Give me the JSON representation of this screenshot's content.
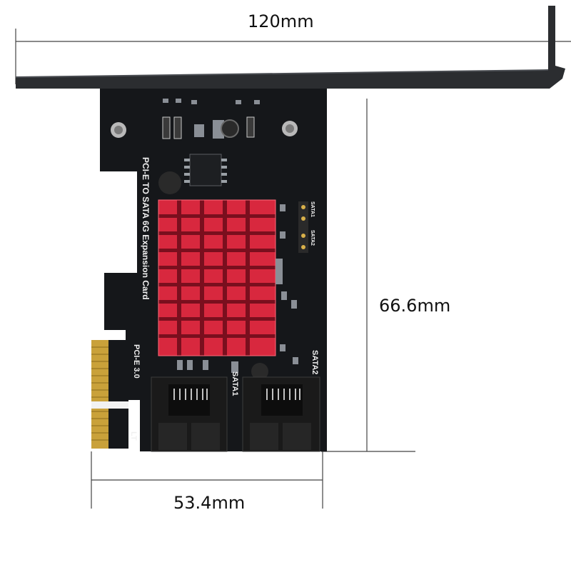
{
  "dimensions": {
    "width": "120mm",
    "height": "66.6mm",
    "depth": "53.4mm"
  },
  "pcb_text": {
    "title": "PCI-E TO SATA 6G Expansion Card",
    "version": "PCI-E 3.0",
    "port1": "SATA1",
    "port2": "SATA2",
    "led_header1": "SATA1",
    "led_header2": "SATA2",
    "corner": "LT"
  },
  "colors": {
    "bracket": "#2b2d30",
    "pcb": "#15171a",
    "heatsink": "#d8283e",
    "gold_fingers": "#c9a13a",
    "connector": "#1a1a1a",
    "dimension_line": "#444444"
  },
  "icon_names": [
    "screw-icon",
    "capacitor-icon",
    "sata-connector-icon",
    "heatsink-icon"
  ]
}
